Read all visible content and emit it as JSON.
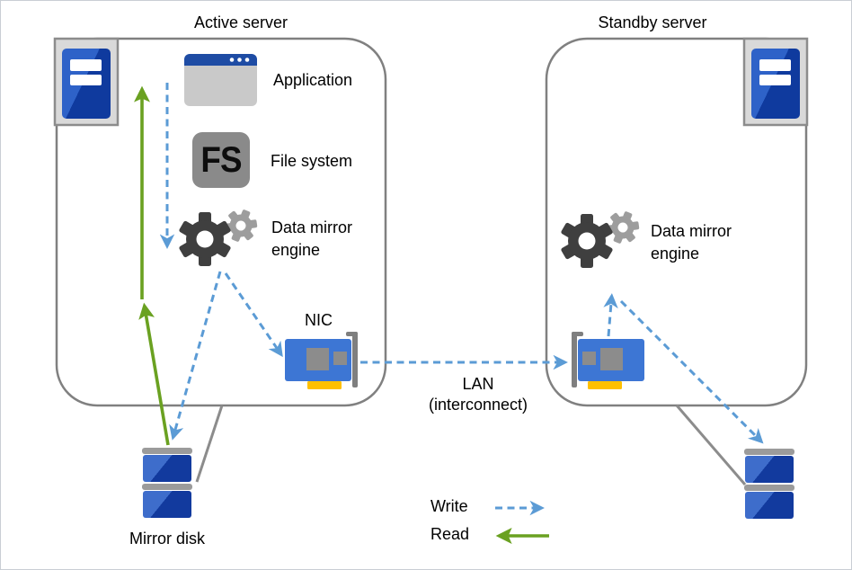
{
  "titles": {
    "active_server": "Active server",
    "standby_server": "Standby server"
  },
  "components": {
    "application": "Application",
    "file_system": "File system",
    "file_system_abbrev": "FS",
    "data_mirror_engine": "Data mirror engine",
    "nic": "NIC",
    "mirror_disk": "Mirror disk"
  },
  "lan": {
    "line1": "LAN",
    "line2": "(interconnect)"
  },
  "legend": {
    "write": "Write",
    "read": "Read"
  },
  "icons": {
    "server": "server-tower-icon",
    "application": "app-window-icon",
    "file_system": "fs-badge-icon",
    "data_mirror_engine": "gears-icon",
    "nic": "network-card-icon",
    "mirror_disk": "disk-stack-icon"
  },
  "colors": {
    "write_arrow": "#5B9BD5",
    "read_arrow": "#6AA121",
    "server_box_border": "#808080",
    "connector_line": "#8C8C8C",
    "nic_card": "#3D76D4",
    "nic_connector": "#FFC000",
    "disk_light": "#3E6DCB",
    "disk_dark": "#123A9E",
    "gear_dark": "#3F3F3F",
    "gear_light": "#9D9D9D",
    "app_header": "#1E4CA4",
    "app_body": "#C9C9C9",
    "fs_background": "#8A8A8A",
    "server_icon_light": "#2E62C8",
    "server_icon_dark": "#0F3A9E"
  }
}
